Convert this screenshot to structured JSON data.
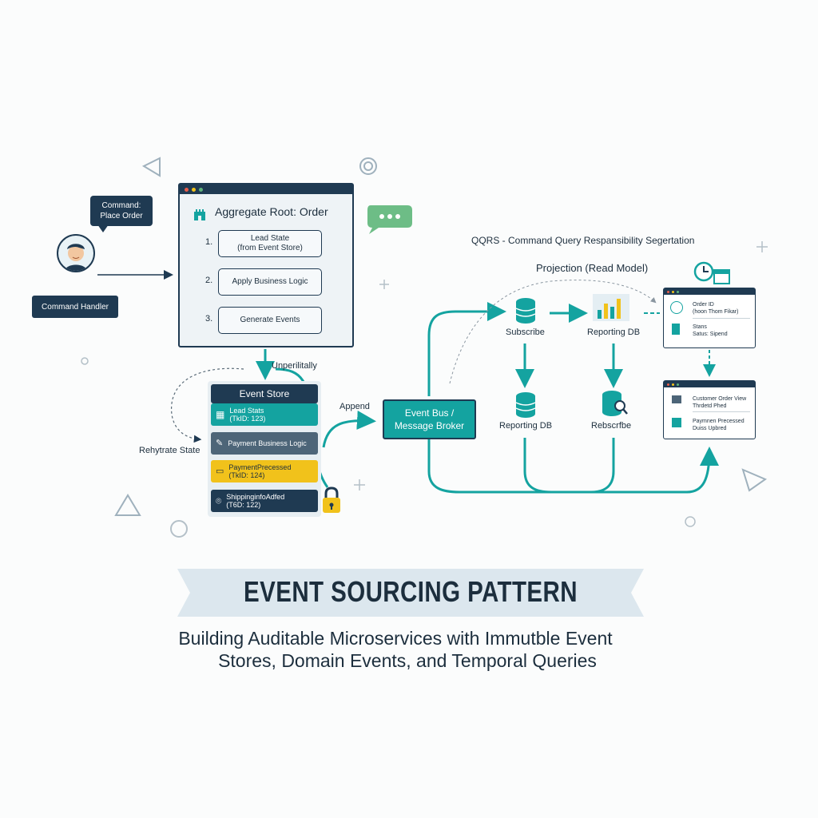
{
  "colors": {
    "navy": "#1f3a52",
    "teal": "#14a3a0",
    "yellow": "#f1c21b",
    "slate": "#4d6578",
    "green": "#5fb37a"
  },
  "command": {
    "bubble": "Command:\nPlace Order",
    "handler": "Command Handler"
  },
  "aggregate": {
    "title": "Aggregate Root: Order",
    "steps": [
      {
        "num": "1.",
        "line1": "Lead State",
        "line2": "(from Event Store)"
      },
      {
        "num": "2.",
        "line1": "Apply Business Logic",
        "line2": ""
      },
      {
        "num": "3.",
        "line1": "Generate Events",
        "line2": ""
      }
    ]
  },
  "event_store": {
    "title": "Event Store",
    "rows": [
      {
        "line1": "Lead Stats",
        "line2": "(TkID: 123)",
        "color": "#14a3a0",
        "icon": "table-icon"
      },
      {
        "line1": "Payment Business Logic",
        "line2": "",
        "color": "#4d6578",
        "icon": "edit-icon"
      },
      {
        "line1": "PaymentPrecessed",
        "line2": "(TkID: 124)",
        "color": "#f1c21b",
        "icon": "card-icon"
      },
      {
        "line1": "ShippinginfoAdfed",
        "line2": "(T6D: 122)",
        "color": "#1f3a52",
        "icon": "location-icon"
      }
    ]
  },
  "labels": {
    "unperilitally": "Unperilitally",
    "rehydrate": "Rehytrate State",
    "append": "Append",
    "cqrs": "QQRS - Command Query Respansibility Segertation",
    "projection": "Projection (Read Model)"
  },
  "event_bus": {
    "line1": "Event Bus /",
    "line2": "Message Broker"
  },
  "nodes": {
    "subscribe": "Subscribe",
    "reporting_db_top": "Reporting DB",
    "reporting_db_bottom": "Reporting DB",
    "rebscribe": "Rebscrfbe"
  },
  "read_cards": {
    "top": {
      "line1": "Order ID",
      "line2": "(hoon Thom Fikar)",
      "line3": "Stans",
      "line4": "Satus: Sipend"
    },
    "bottom": {
      "line1": "Customer Order View",
      "line2": "Thrdetd Phed",
      "line3": "Paymnen Precessed",
      "line4": "Duiss Upbred"
    }
  },
  "banner": {
    "title": "EVENT SOURCING PATTERN",
    "subtitle_line1": "Building Auditable Microservices with Immutble Event",
    "subtitle_line2": "Stores, Domain Events, and Temporal Queries"
  }
}
